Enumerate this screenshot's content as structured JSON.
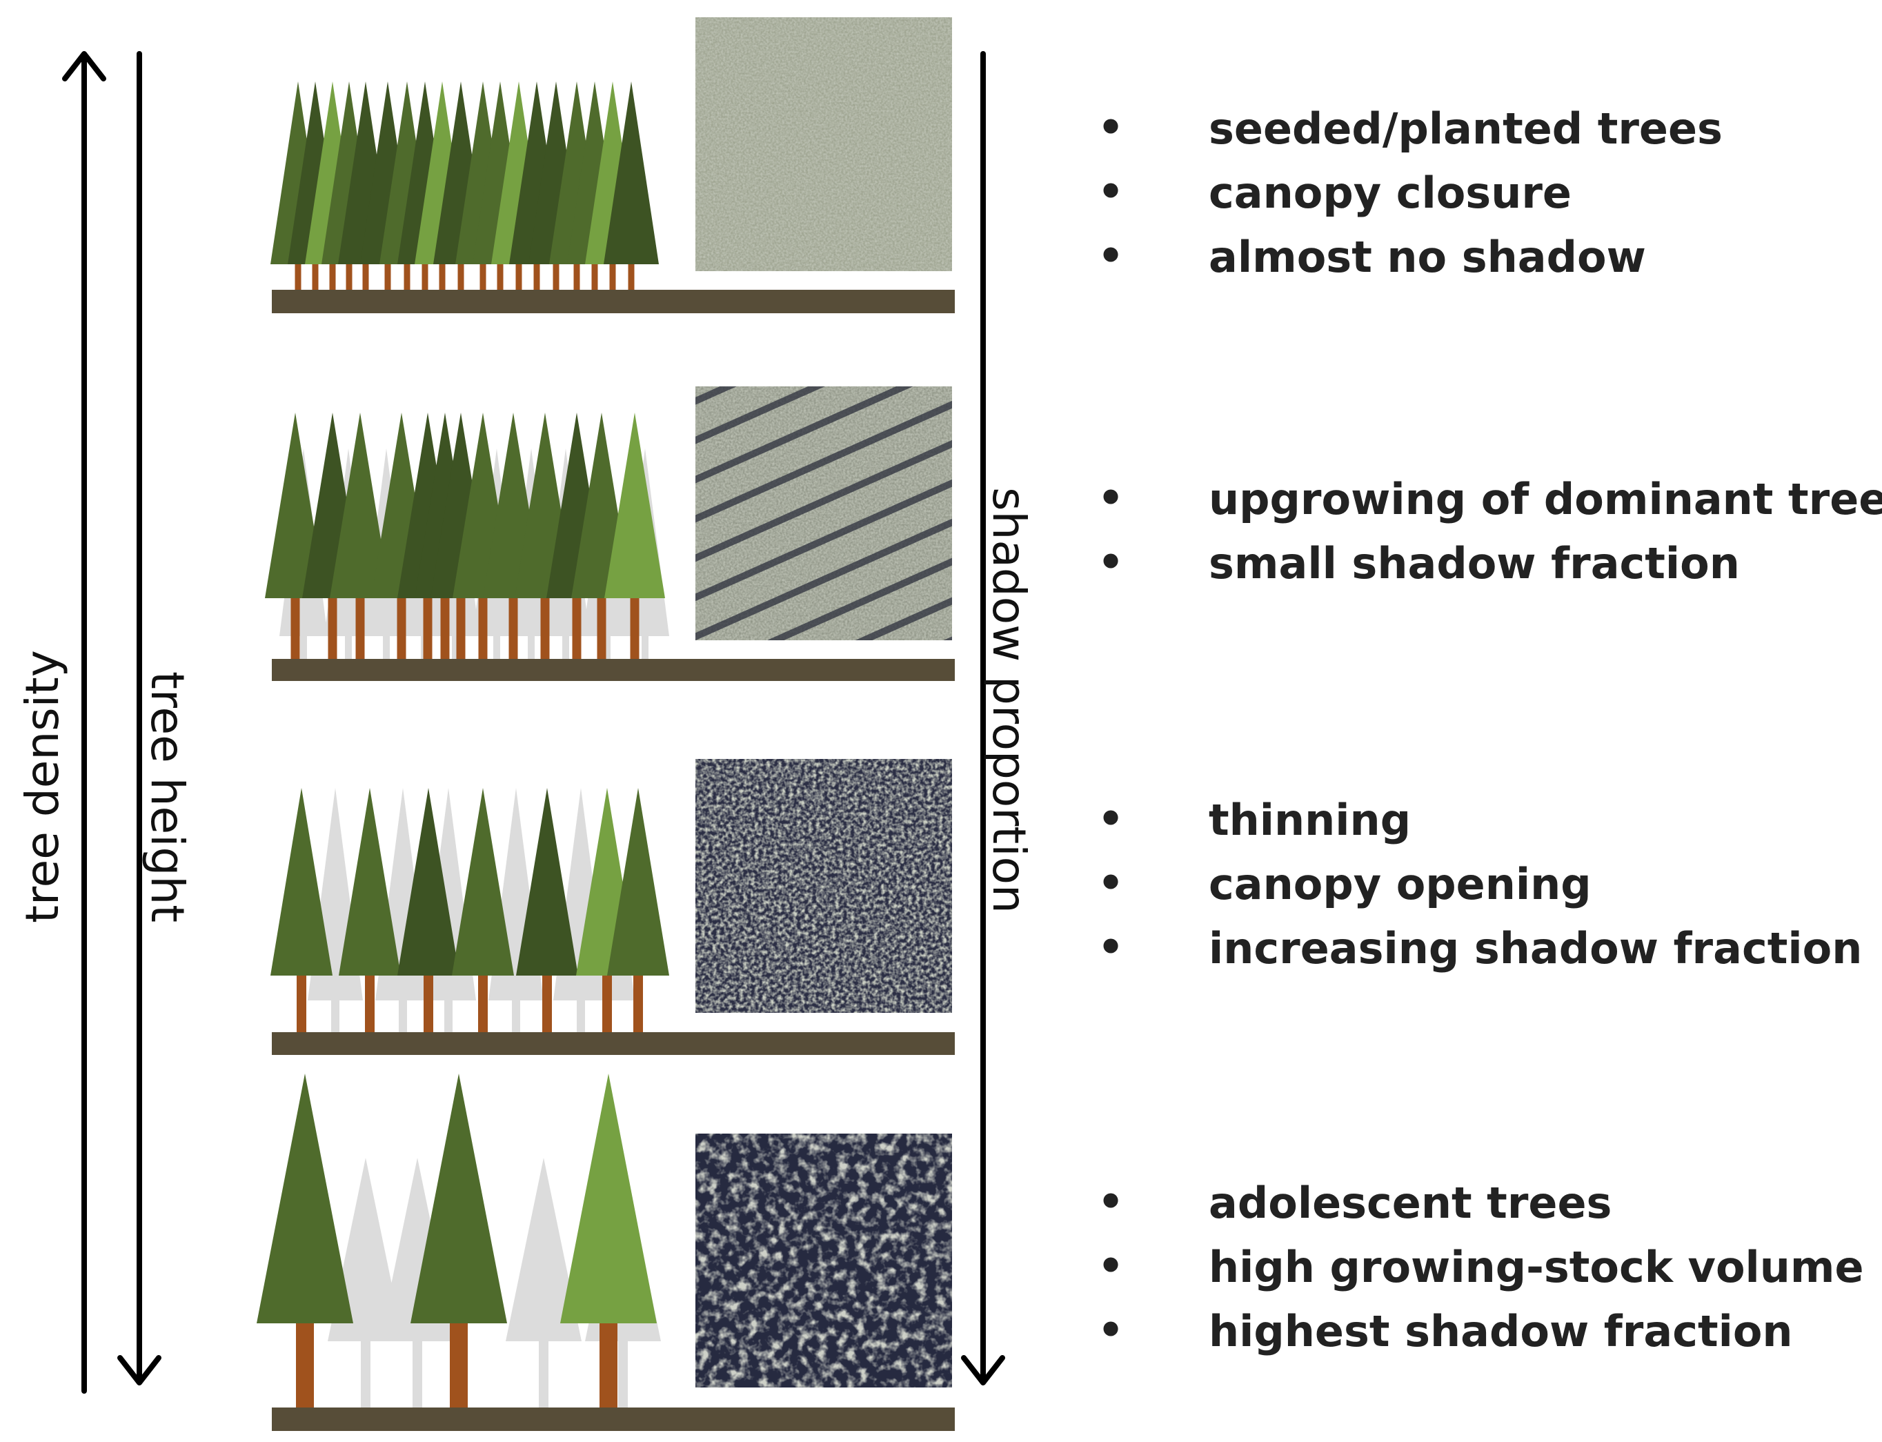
{
  "axes": {
    "tree_density": "tree density",
    "tree_height": "tree height",
    "shadow_proportion": "shadow proportion"
  },
  "stages": [
    {
      "bullets": [
        "seeded/planted trees",
        "canopy closure",
        "almost no shadow"
      ],
      "bullet_symbol": "•"
    },
    {
      "bullets": [
        "upgrowing of dominant trees",
        "small shadow fraction"
      ],
      "bullet_symbol": "•"
    },
    {
      "bullets": [
        "thinning",
        "canopy opening",
        "increasing shadow fraction"
      ],
      "bullet_symbol": "•"
    },
    {
      "bullets": [
        "adolescent trees",
        "high growing-stock volume",
        "highest shadow fraction"
      ],
      "bullet_symbol": "•"
    }
  ],
  "colors": {
    "tree_dark": "#3d5323",
    "tree_mid": "#4f6b2c",
    "tree_light": "#76a142",
    "ghost_tree": "#dcdcdc",
    "trunk": "#a0521d",
    "ground": "#574d38",
    "arrow": "#000000"
  }
}
